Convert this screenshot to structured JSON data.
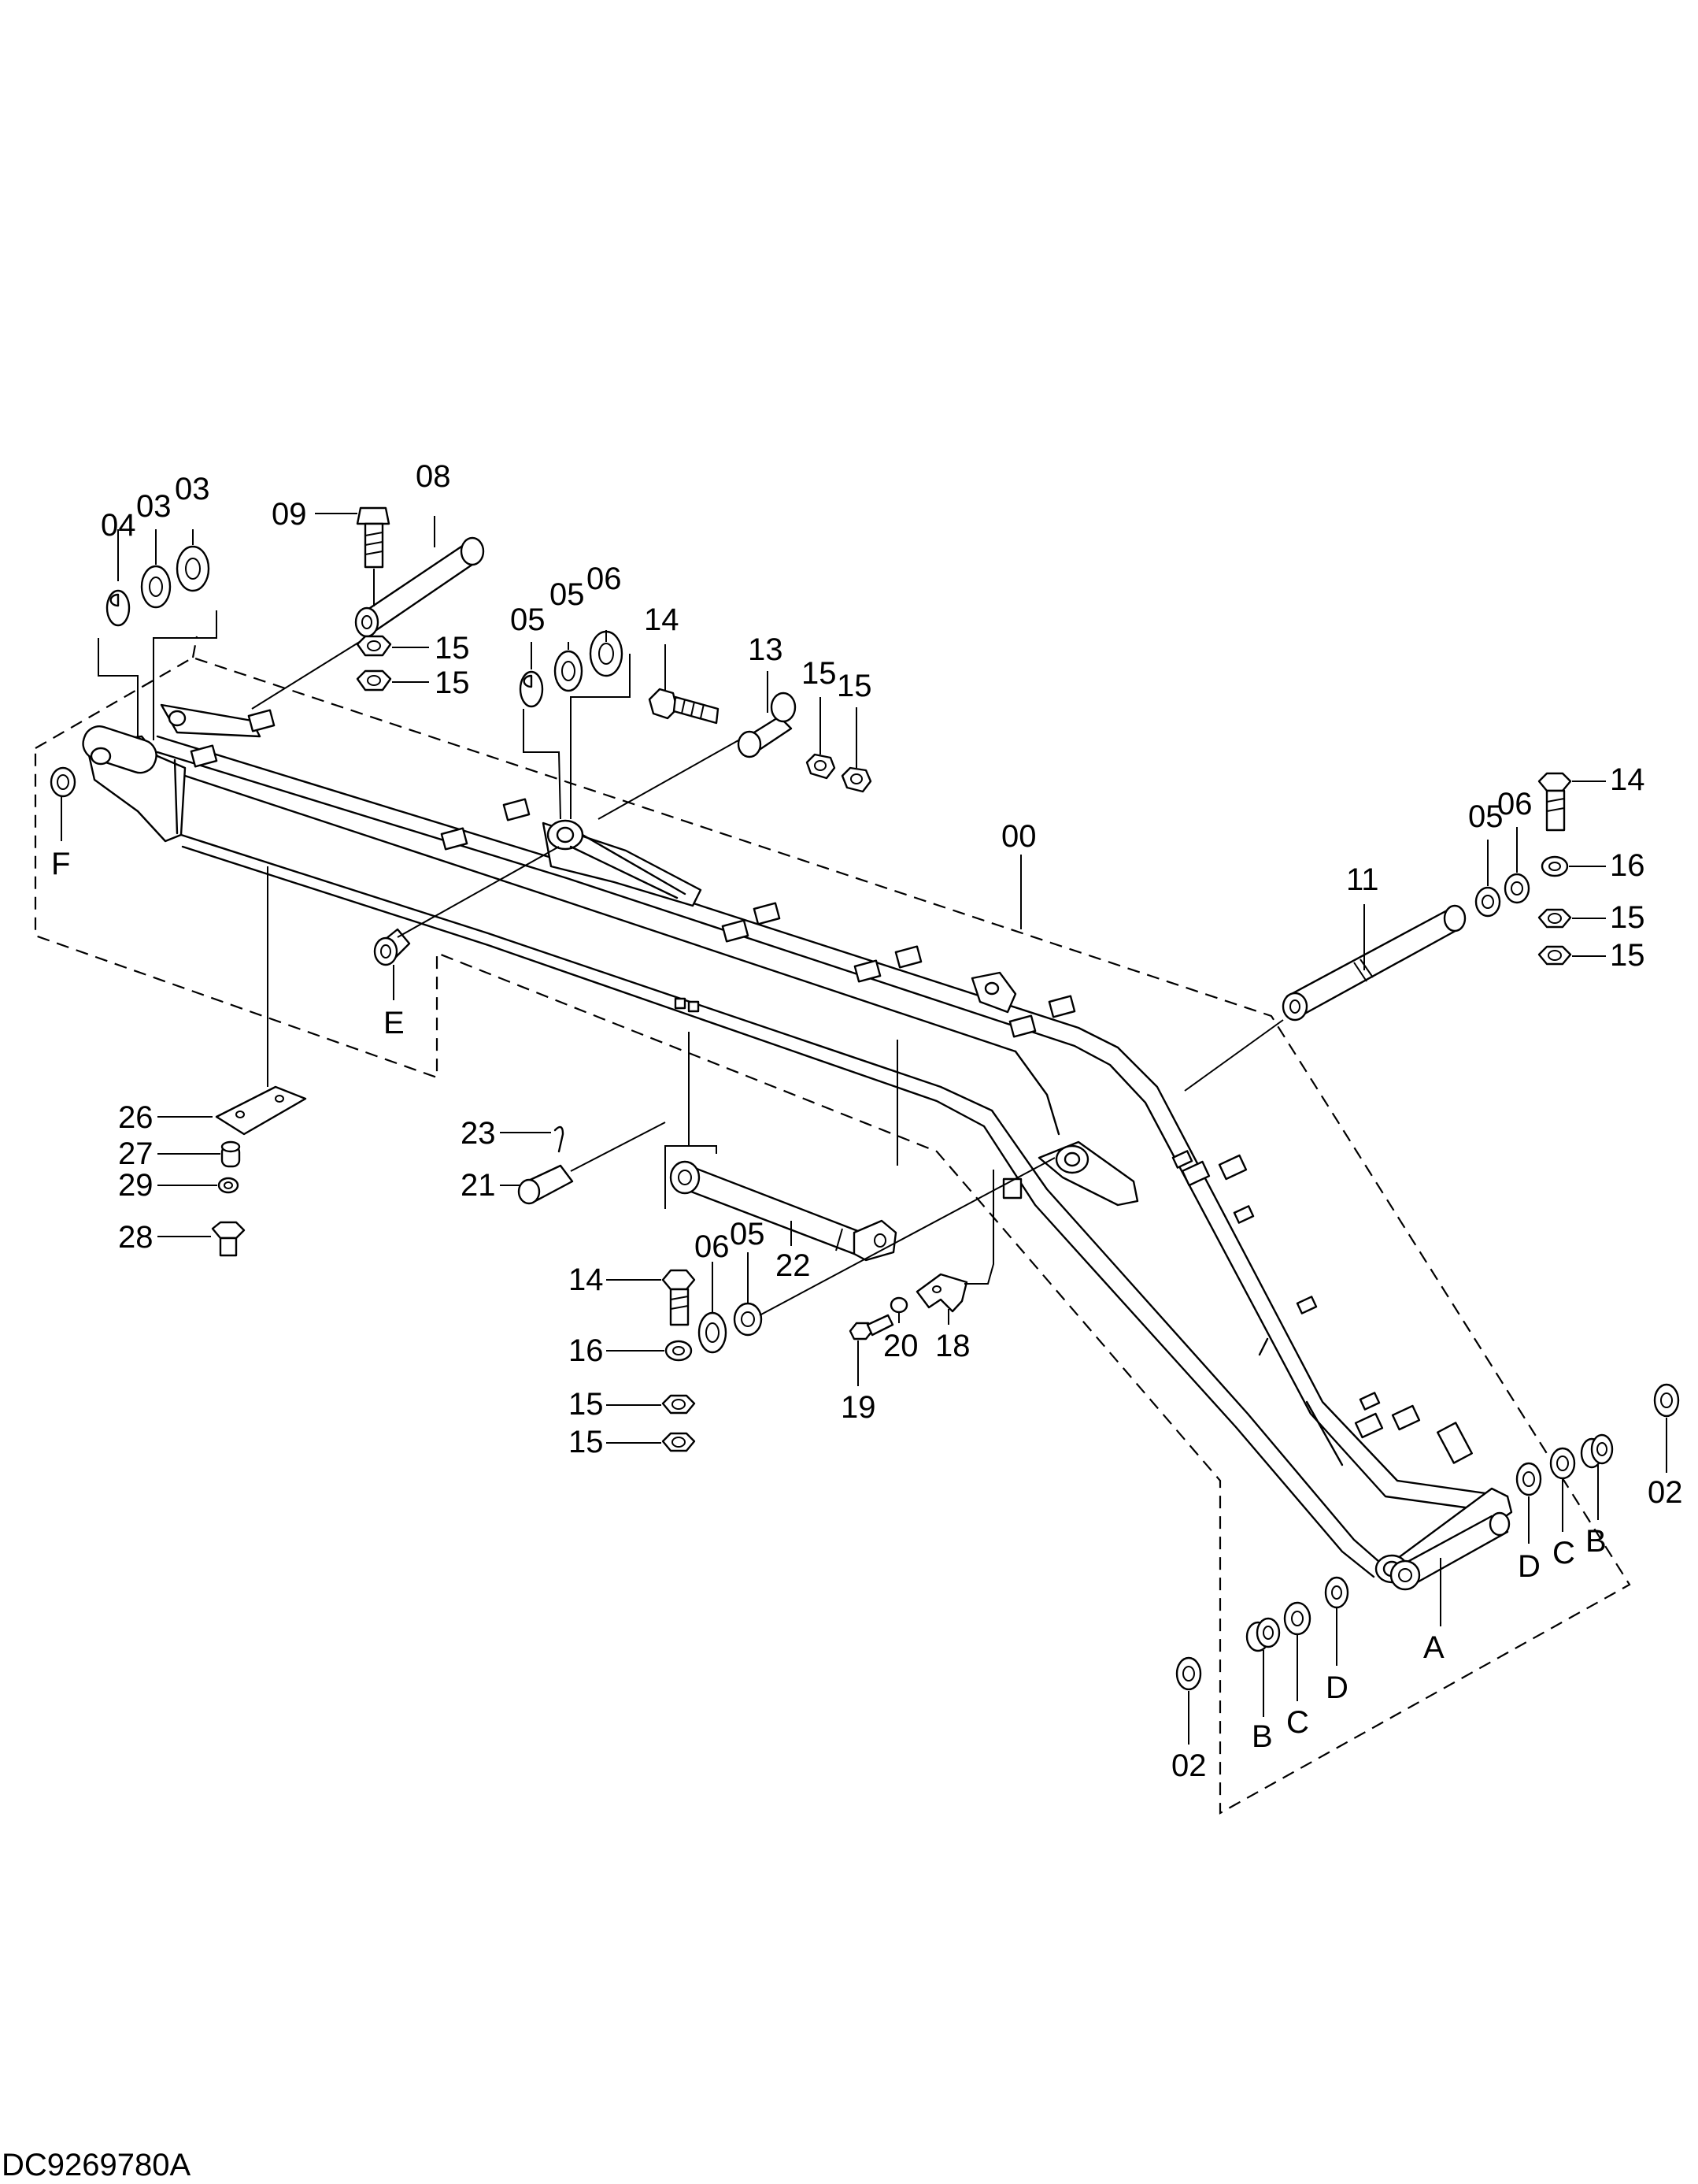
{
  "document_code": "DC9269780A",
  "callouts": {
    "c00": "00",
    "c02a": "02",
    "c02b": "02",
    "c03a": "03",
    "c03b": "03",
    "c04": "04",
    "c05a": "05",
    "c05b": "05",
    "c05c": "05",
    "c05d": "05",
    "c06a": "06",
    "c06b": "06",
    "c06c": "06",
    "c08": "08",
    "c09": "09",
    "c11": "11",
    "c13": "13",
    "c14a": "14",
    "c14b": "14",
    "c14c": "14",
    "c15a": "15",
    "c15b": "15",
    "c15c": "15",
    "c15d": "15",
    "c15e": "15",
    "c15f": "15",
    "c15g": "15",
    "c15h": "15",
    "c16a": "16",
    "c16b": "16",
    "c18": "18",
    "c19": "19",
    "c20": "20",
    "c21": "21",
    "c22": "22",
    "c23": "23",
    "c26": "26",
    "c27": "27",
    "c28": "28",
    "c29": "29",
    "cA": "A",
    "cB1": "B",
    "cB2": "B",
    "cC1": "C",
    "cC2": "C",
    "cD1": "D",
    "cD2": "D",
    "cE": "E",
    "cF": "F"
  }
}
